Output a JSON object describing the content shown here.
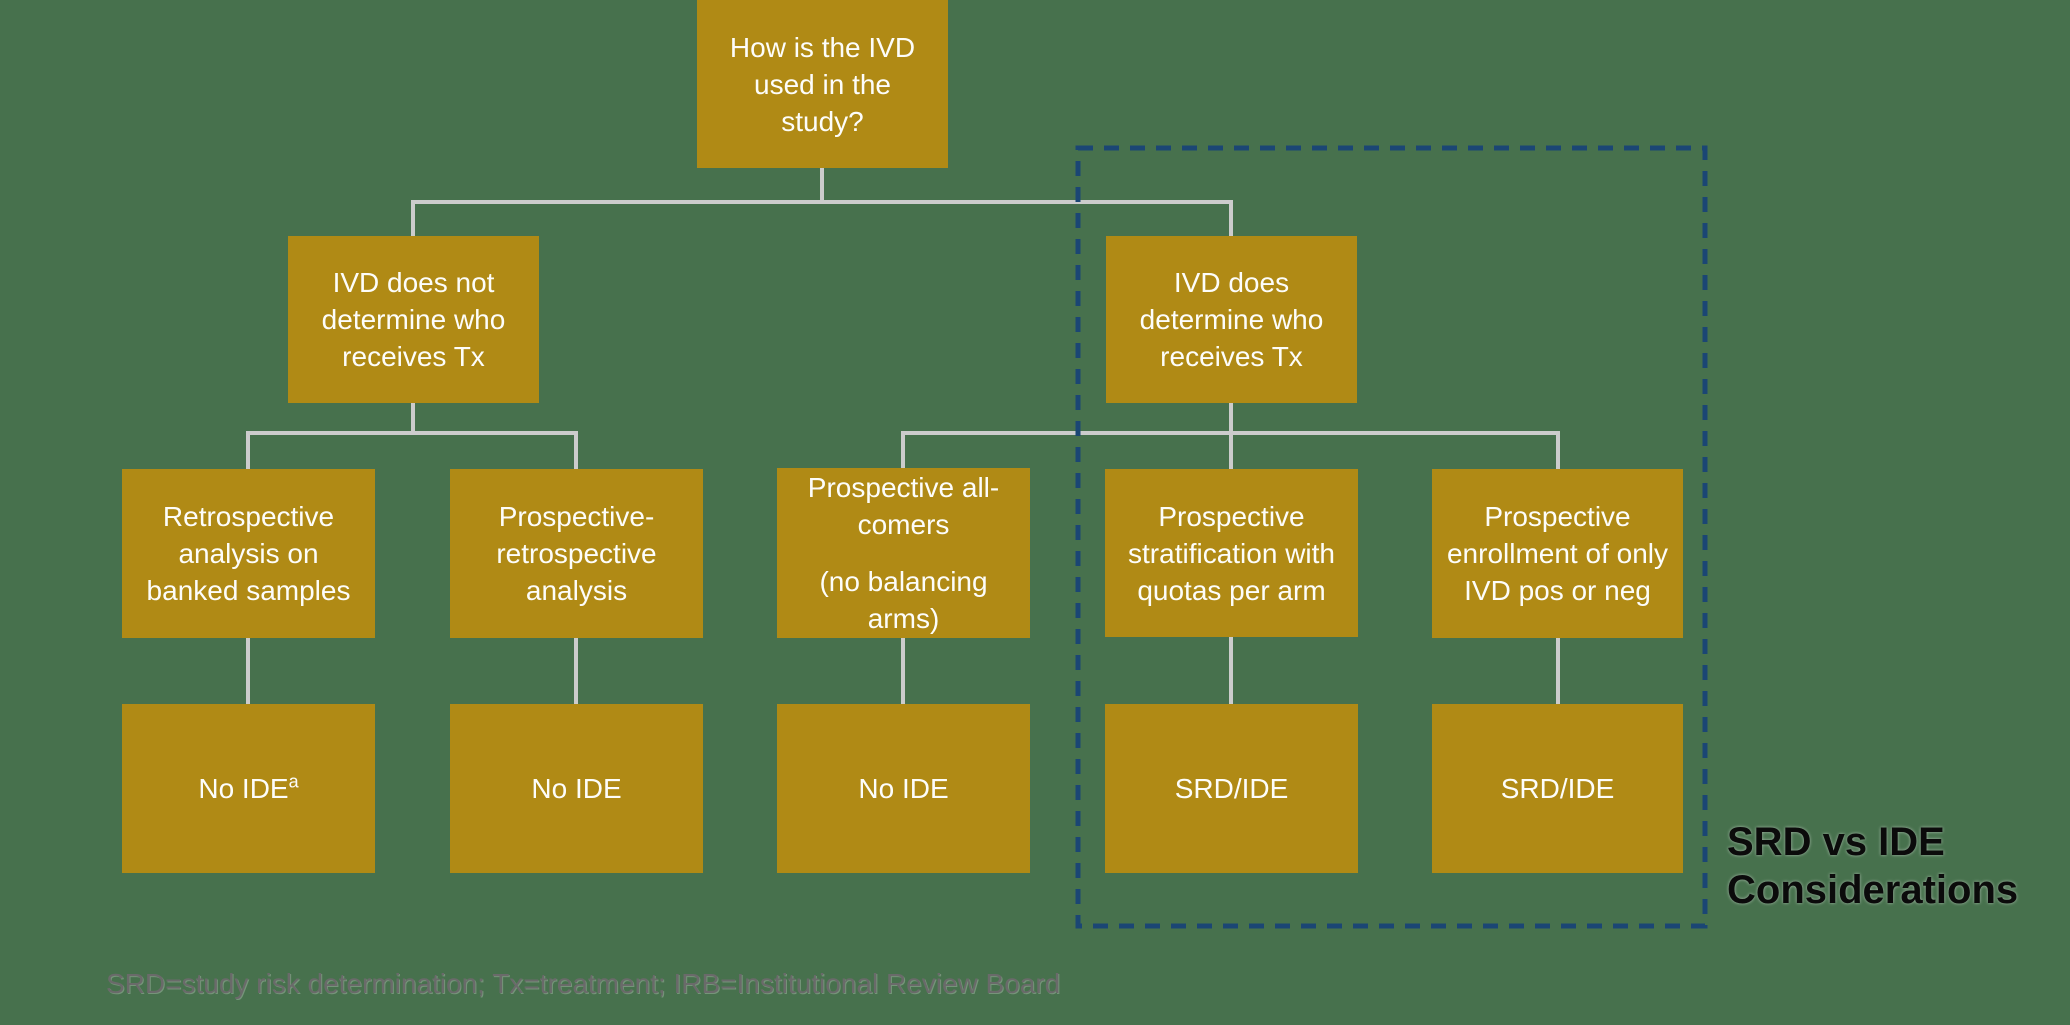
{
  "colors": {
    "background": "#47714d",
    "box": "#b08a15",
    "box-text": "#fdfdfa",
    "connector": "#cccccc",
    "dash": "#1b4674",
    "side-label": "#0b0b0b",
    "footnote": "#6a6a6a"
  },
  "flowchart": {
    "root": {
      "label": "How is the IVD used in the study?"
    },
    "level2": [
      {
        "label": "IVD does not determine who receives Tx"
      },
      {
        "label": "IVD does determine who receives Tx"
      }
    ],
    "level3": [
      {
        "label": "Retrospective analysis on banked samples"
      },
      {
        "label": "Prospective-retrospective analysis"
      },
      {
        "label_line1": "Prospective all-comers",
        "label_line2": "(no balancing arms)"
      },
      {
        "label": "Prospective stratification with quotas per arm"
      },
      {
        "label": "Prospective enrollment of only IVD pos or neg"
      }
    ],
    "level4": [
      {
        "label": "No IDE",
        "superscript": "a"
      },
      {
        "label": "No IDE"
      },
      {
        "label": "No IDE"
      },
      {
        "label": "SRD/IDE"
      },
      {
        "label": "SRD/IDE"
      }
    ]
  },
  "annotations": {
    "srd_vs_ide": {
      "line1": "SRD vs IDE",
      "line2": "Considerations"
    },
    "footnote": "SRD=study risk determination; Tx=treatment; IRB=Institutional Review Board"
  }
}
